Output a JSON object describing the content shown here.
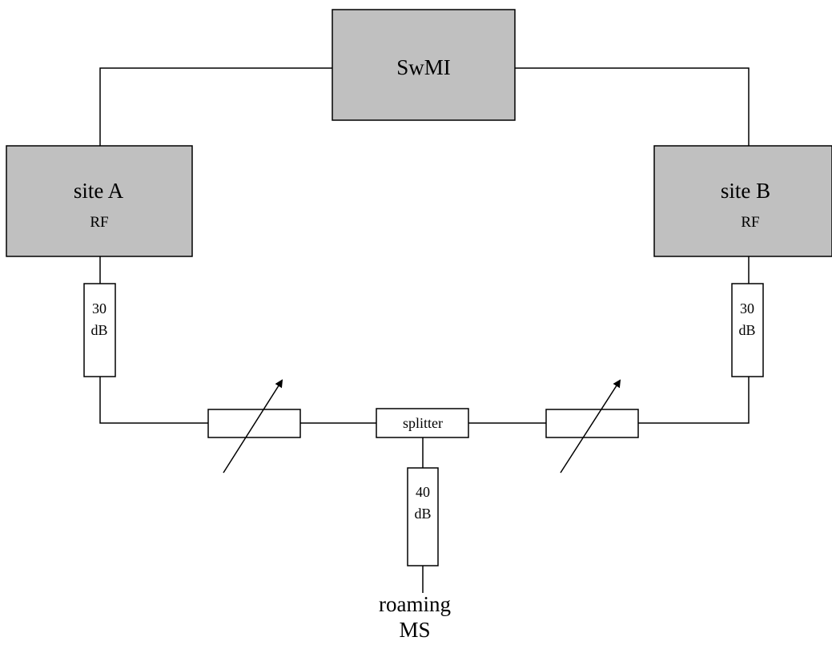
{
  "swmi": {
    "label": "SwMI"
  },
  "site_a": {
    "name": "site A",
    "sub": "RF",
    "attenuator": {
      "line1": "30",
      "line2": "dB"
    }
  },
  "site_b": {
    "name": "site B",
    "sub": "RF",
    "attenuator": {
      "line1": "30",
      "line2": "dB"
    }
  },
  "splitter": {
    "label": "splitter"
  },
  "ms_attenuator": {
    "line1": "40",
    "line2": "dB"
  },
  "roaming": {
    "line1": "roaming",
    "line2": "MS"
  },
  "colors": {
    "box_fill": "#c0c0c0",
    "line": "#000000",
    "background": "#ffffff"
  },
  "icons": [
    "variable-attenuator-arrow-icon"
  ]
}
